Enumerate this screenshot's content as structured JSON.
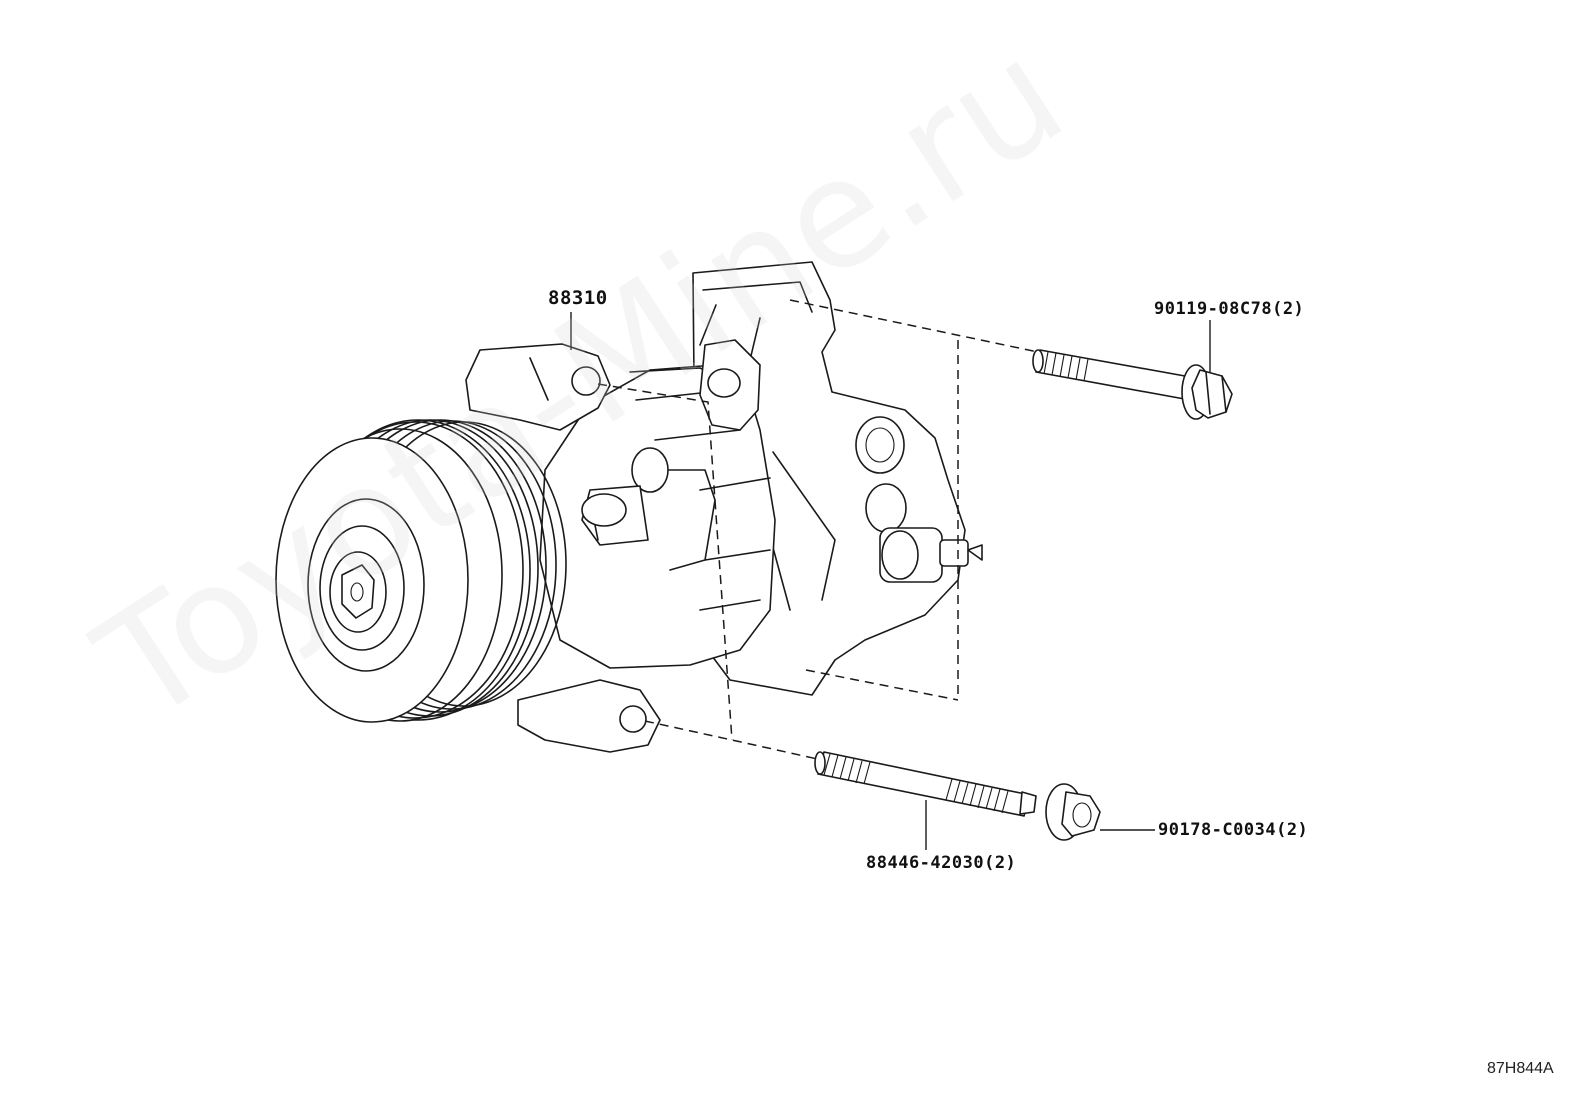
{
  "diagram": {
    "watermark": "Toyota-Mine.ru",
    "drawing_id": "87H844A",
    "callouts": {
      "compressor": "88310",
      "upper_bolt": "90119-08C78(2)",
      "stud_bolt": "88446-42030(2)",
      "nut": "90178-C0034(2)"
    },
    "parts": [
      {
        "part_number": "88310",
        "name": "compressor-assembly",
        "icon": "ac-compressor-icon"
      },
      {
        "part_number": "90119-08C78(2)",
        "name": "flange-bolt",
        "icon": "bolt-icon"
      },
      {
        "part_number": "88446-42030(2)",
        "name": "stud-bolt",
        "icon": "stud-icon"
      },
      {
        "part_number": "90178-C0034(2)",
        "name": "flange-nut",
        "icon": "nut-icon"
      }
    ],
    "colors": {
      "line": "#1a1a1a",
      "background": "#ffffff",
      "watermark": "#d2d2d2"
    }
  }
}
